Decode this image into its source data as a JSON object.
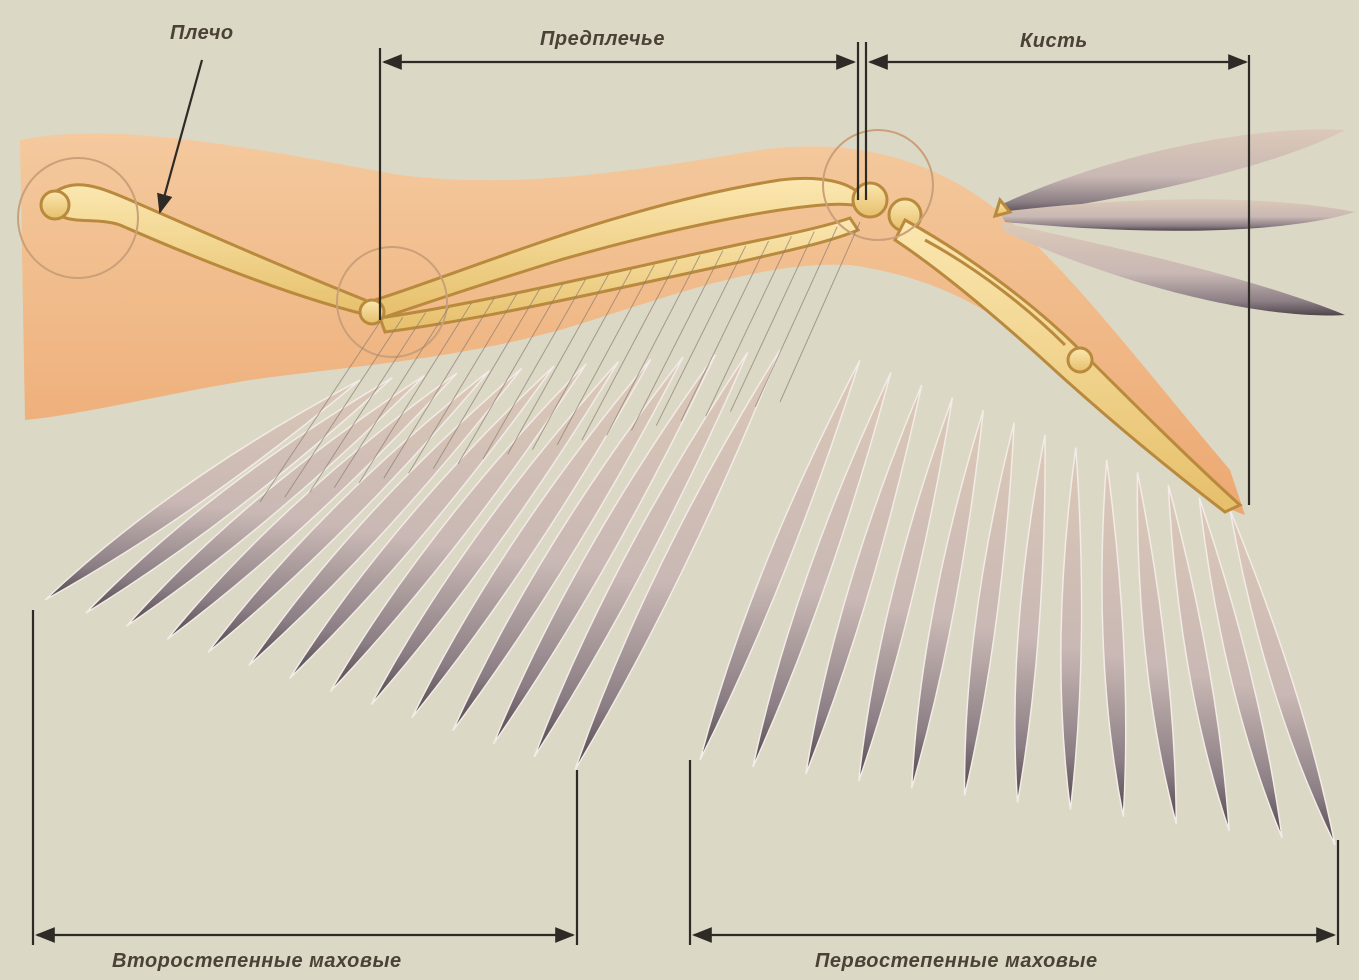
{
  "labels": {
    "humerus": "Плечо",
    "forearm": "Предплечье",
    "hand": "Кисть",
    "secondaries": "Второстепенные маховые",
    "primaries": "Первостепенные маховые"
  },
  "colors": {
    "background": "#dcd8c6",
    "wing_skin": "#f0b27e",
    "bone": "#f4d894",
    "bone_outline": "#b98a3d",
    "feather": "#cbbab0",
    "feather_tip": "#6b6064",
    "line": "#3a3631"
  }
}
